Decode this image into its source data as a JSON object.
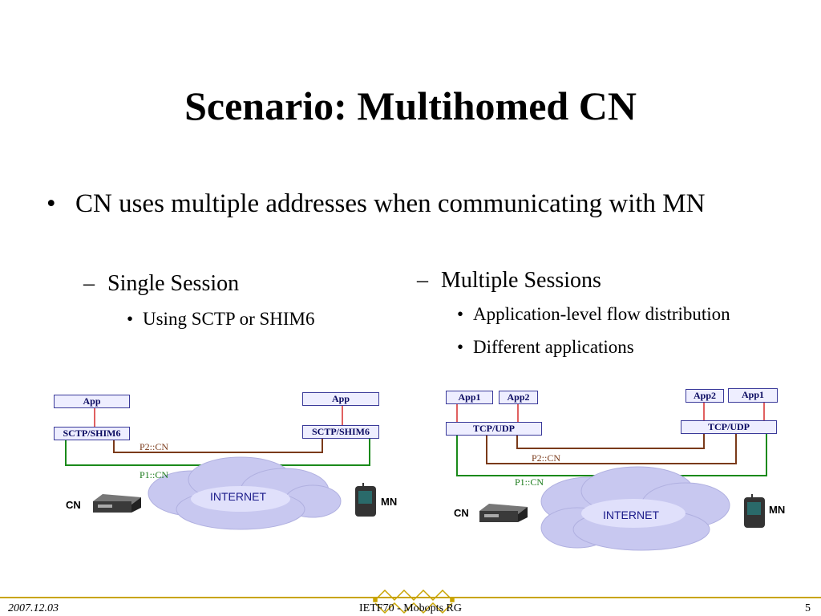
{
  "slide": {
    "title": "Scenario: Multihomed CN",
    "bullet": "CN uses multiple addresses when communicating with MN",
    "left_sub": "Single Session",
    "left_subsub": "Using SCTP or SHIM6",
    "right_sub": "Multiple Sessions",
    "right_subsub": [
      "Application-level flow distribution",
      "Different applications"
    ]
  },
  "diagram_left": {
    "cn_app": "App",
    "cn_stack": "SCTP/SHIM6",
    "mn_app": "App",
    "mn_stack": "SCTP/SHIM6",
    "path2": "P2::CN",
    "path1": "P1::CN",
    "cloud": "INTERNET",
    "cn_label": "CN",
    "mn_label": "MN"
  },
  "diagram_right": {
    "cn_app1": "App1",
    "cn_app2": "App2",
    "cn_stack": "TCP/UDP",
    "mn_app2": "App2",
    "mn_app1": "App1",
    "mn_stack": "TCP/UDP",
    "path2": "P2::CN",
    "path1": "P1::CN",
    "cloud": "INTERNET",
    "cn_label": "CN",
    "mn_label": "MN"
  },
  "footer": {
    "date": "2007.12.03",
    "center": "IETF70 - Mobopts RG",
    "page": "5"
  },
  "colors": {
    "path2": "#7a3a1a",
    "path1": "#1a8a1a",
    "app_link": "#e06060",
    "box_fill": "#eeeeff",
    "footer_rule": "#c9a400"
  }
}
